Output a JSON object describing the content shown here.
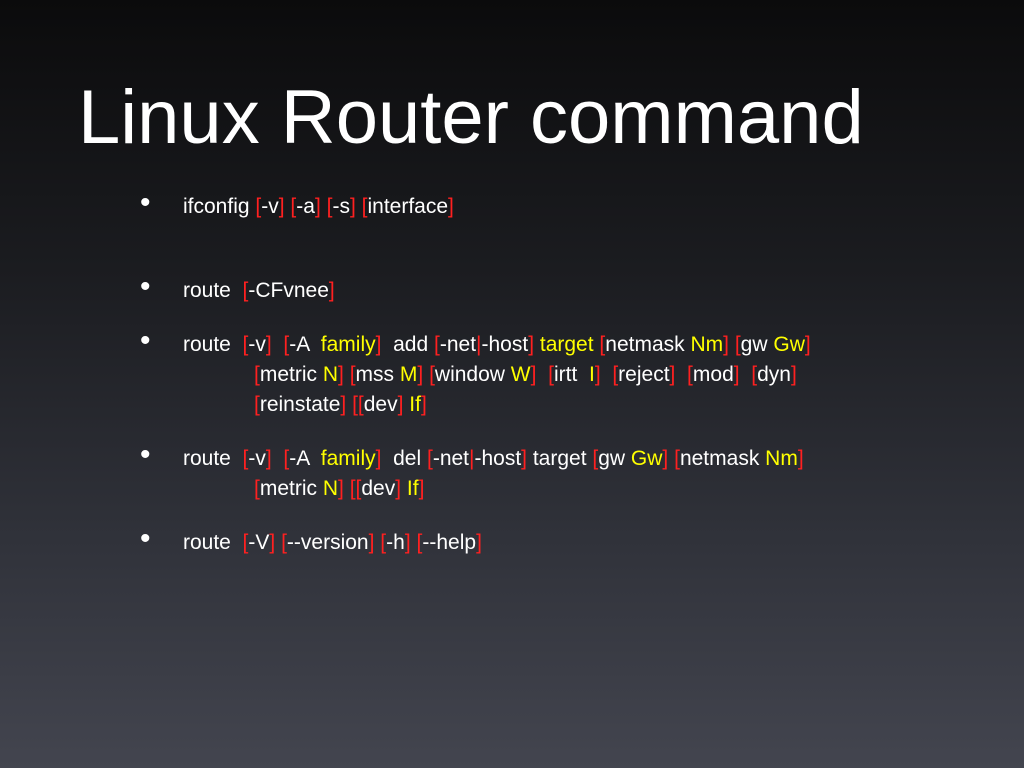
{
  "slide": {
    "title": "Linux Router command",
    "bullet_glyph": "•",
    "colors": {
      "text": "#ffffff",
      "bracket": "#ff2020",
      "variable": "#ffff00"
    },
    "bullets": [
      {
        "lines": [
          [
            {
              "t": "ifconfig ",
              "c": "w"
            },
            {
              "t": "[",
              "c": "r"
            },
            {
              "t": "-v",
              "c": "w"
            },
            {
              "t": "]",
              "c": "r"
            },
            {
              "t": " ",
              "c": "w"
            },
            {
              "t": "[",
              "c": "r"
            },
            {
              "t": "-a",
              "c": "w"
            },
            {
              "t": "]",
              "c": "r"
            },
            {
              "t": " ",
              "c": "w"
            },
            {
              "t": "[",
              "c": "r"
            },
            {
              "t": "-s",
              "c": "w"
            },
            {
              "t": "]",
              "c": "r"
            },
            {
              "t": " ",
              "c": "w"
            },
            {
              "t": "[",
              "c": "r"
            },
            {
              "t": "interface",
              "c": "w"
            },
            {
              "t": "]",
              "c": "r"
            }
          ]
        ]
      },
      {
        "lines": [
          [
            {
              "t": "route  ",
              "c": "w"
            },
            {
              "t": "[",
              "c": "r"
            },
            {
              "t": "-CFvnee",
              "c": "w"
            },
            {
              "t": "]",
              "c": "r"
            }
          ]
        ]
      },
      {
        "lines": [
          [
            {
              "t": "route  ",
              "c": "w"
            },
            {
              "t": "[",
              "c": "r"
            },
            {
              "t": "-v",
              "c": "w"
            },
            {
              "t": "]",
              "c": "r"
            },
            {
              "t": "  ",
              "c": "w"
            },
            {
              "t": "[",
              "c": "r"
            },
            {
              "t": "-A  ",
              "c": "w"
            },
            {
              "t": "family",
              "c": "y"
            },
            {
              "t": "]",
              "c": "r"
            },
            {
              "t": "  add ",
              "c": "w"
            },
            {
              "t": "[",
              "c": "r"
            },
            {
              "t": "-net",
              "c": "w"
            },
            {
              "t": "|",
              "c": "r"
            },
            {
              "t": "-host",
              "c": "w"
            },
            {
              "t": "]",
              "c": "r"
            },
            {
              "t": " ",
              "c": "w"
            },
            {
              "t": "target",
              "c": "y"
            },
            {
              "t": " ",
              "c": "w"
            },
            {
              "t": "[",
              "c": "r"
            },
            {
              "t": "netmask ",
              "c": "w"
            },
            {
              "t": "Nm",
              "c": "y"
            },
            {
              "t": "]",
              "c": "r"
            },
            {
              "t": " ",
              "c": "w"
            },
            {
              "t": "[",
              "c": "r"
            },
            {
              "t": "gw ",
              "c": "w"
            },
            {
              "t": "Gw",
              "c": "y"
            },
            {
              "t": "]",
              "c": "r"
            }
          ],
          [
            {
              "t": "[",
              "c": "r"
            },
            {
              "t": "metric ",
              "c": "w"
            },
            {
              "t": "N",
              "c": "y"
            },
            {
              "t": "]",
              "c": "r"
            },
            {
              "t": " ",
              "c": "w"
            },
            {
              "t": "[",
              "c": "r"
            },
            {
              "t": "mss ",
              "c": "w"
            },
            {
              "t": "M",
              "c": "y"
            },
            {
              "t": "]",
              "c": "r"
            },
            {
              "t": " ",
              "c": "w"
            },
            {
              "t": "[",
              "c": "r"
            },
            {
              "t": "window ",
              "c": "w"
            },
            {
              "t": "W",
              "c": "y"
            },
            {
              "t": "]",
              "c": "r"
            },
            {
              "t": "  ",
              "c": "w"
            },
            {
              "t": "[",
              "c": "r"
            },
            {
              "t": "irtt  ",
              "c": "w"
            },
            {
              "t": "I",
              "c": "y"
            },
            {
              "t": "]",
              "c": "r"
            },
            {
              "t": "  ",
              "c": "w"
            },
            {
              "t": "[",
              "c": "r"
            },
            {
              "t": "reject",
              "c": "w"
            },
            {
              "t": "]",
              "c": "r"
            },
            {
              "t": "  ",
              "c": "w"
            },
            {
              "t": "[",
              "c": "r"
            },
            {
              "t": "mod",
              "c": "w"
            },
            {
              "t": "]",
              "c": "r"
            },
            {
              "t": "  ",
              "c": "w"
            },
            {
              "t": "[",
              "c": "r"
            },
            {
              "t": "dyn",
              "c": "w"
            },
            {
              "t": "]",
              "c": "r"
            }
          ],
          [
            {
              "t": "[",
              "c": "r"
            },
            {
              "t": "reinstate",
              "c": "w"
            },
            {
              "t": "]",
              "c": "r"
            },
            {
              "t": " ",
              "c": "w"
            },
            {
              "t": "[[",
              "c": "r"
            },
            {
              "t": "dev",
              "c": "w"
            },
            {
              "t": "]",
              "c": "r"
            },
            {
              "t": " ",
              "c": "w"
            },
            {
              "t": "If",
              "c": "y"
            },
            {
              "t": "]",
              "c": "r"
            }
          ]
        ]
      },
      {
        "lines": [
          [
            {
              "t": "route  ",
              "c": "w"
            },
            {
              "t": "[",
              "c": "r"
            },
            {
              "t": "-v",
              "c": "w"
            },
            {
              "t": "]",
              "c": "r"
            },
            {
              "t": "  ",
              "c": "w"
            },
            {
              "t": "[",
              "c": "r"
            },
            {
              "t": "-A  ",
              "c": "w"
            },
            {
              "t": "family",
              "c": "y"
            },
            {
              "t": "]",
              "c": "r"
            },
            {
              "t": "  del ",
              "c": "w"
            },
            {
              "t": "[",
              "c": "r"
            },
            {
              "t": "-net",
              "c": "w"
            },
            {
              "t": "|",
              "c": "r"
            },
            {
              "t": "-host",
              "c": "w"
            },
            {
              "t": "]",
              "c": "r"
            },
            {
              "t": " target ",
              "c": "w"
            },
            {
              "t": "[",
              "c": "r"
            },
            {
              "t": "gw ",
              "c": "w"
            },
            {
              "t": "Gw",
              "c": "y"
            },
            {
              "t": "]",
              "c": "r"
            },
            {
              "t": " ",
              "c": "w"
            },
            {
              "t": "[",
              "c": "r"
            },
            {
              "t": "netmask ",
              "c": "w"
            },
            {
              "t": "Nm",
              "c": "y"
            },
            {
              "t": "]",
              "c": "r"
            }
          ],
          [
            {
              "t": "[",
              "c": "r"
            },
            {
              "t": "metric ",
              "c": "w"
            },
            {
              "t": "N",
              "c": "y"
            },
            {
              "t": "]",
              "c": "r"
            },
            {
              "t": " ",
              "c": "w"
            },
            {
              "t": "[[",
              "c": "r"
            },
            {
              "t": "dev",
              "c": "w"
            },
            {
              "t": "]",
              "c": "r"
            },
            {
              "t": " ",
              "c": "w"
            },
            {
              "t": "If",
              "c": "y"
            },
            {
              "t": "]",
              "c": "r"
            }
          ]
        ]
      },
      {
        "lines": [
          [
            {
              "t": "route  ",
              "c": "w"
            },
            {
              "t": "[",
              "c": "r"
            },
            {
              "t": "-V",
              "c": "w"
            },
            {
              "t": "]",
              "c": "r"
            },
            {
              "t": " ",
              "c": "w"
            },
            {
              "t": "[",
              "c": "r"
            },
            {
              "t": "--version",
              "c": "w"
            },
            {
              "t": "]",
              "c": "r"
            },
            {
              "t": " ",
              "c": "w"
            },
            {
              "t": "[",
              "c": "r"
            },
            {
              "t": "-h",
              "c": "w"
            },
            {
              "t": "]",
              "c": "r"
            },
            {
              "t": " ",
              "c": "w"
            },
            {
              "t": "[",
              "c": "r"
            },
            {
              "t": "--help",
              "c": "w"
            },
            {
              "t": "]",
              "c": "r"
            }
          ]
        ]
      }
    ]
  }
}
